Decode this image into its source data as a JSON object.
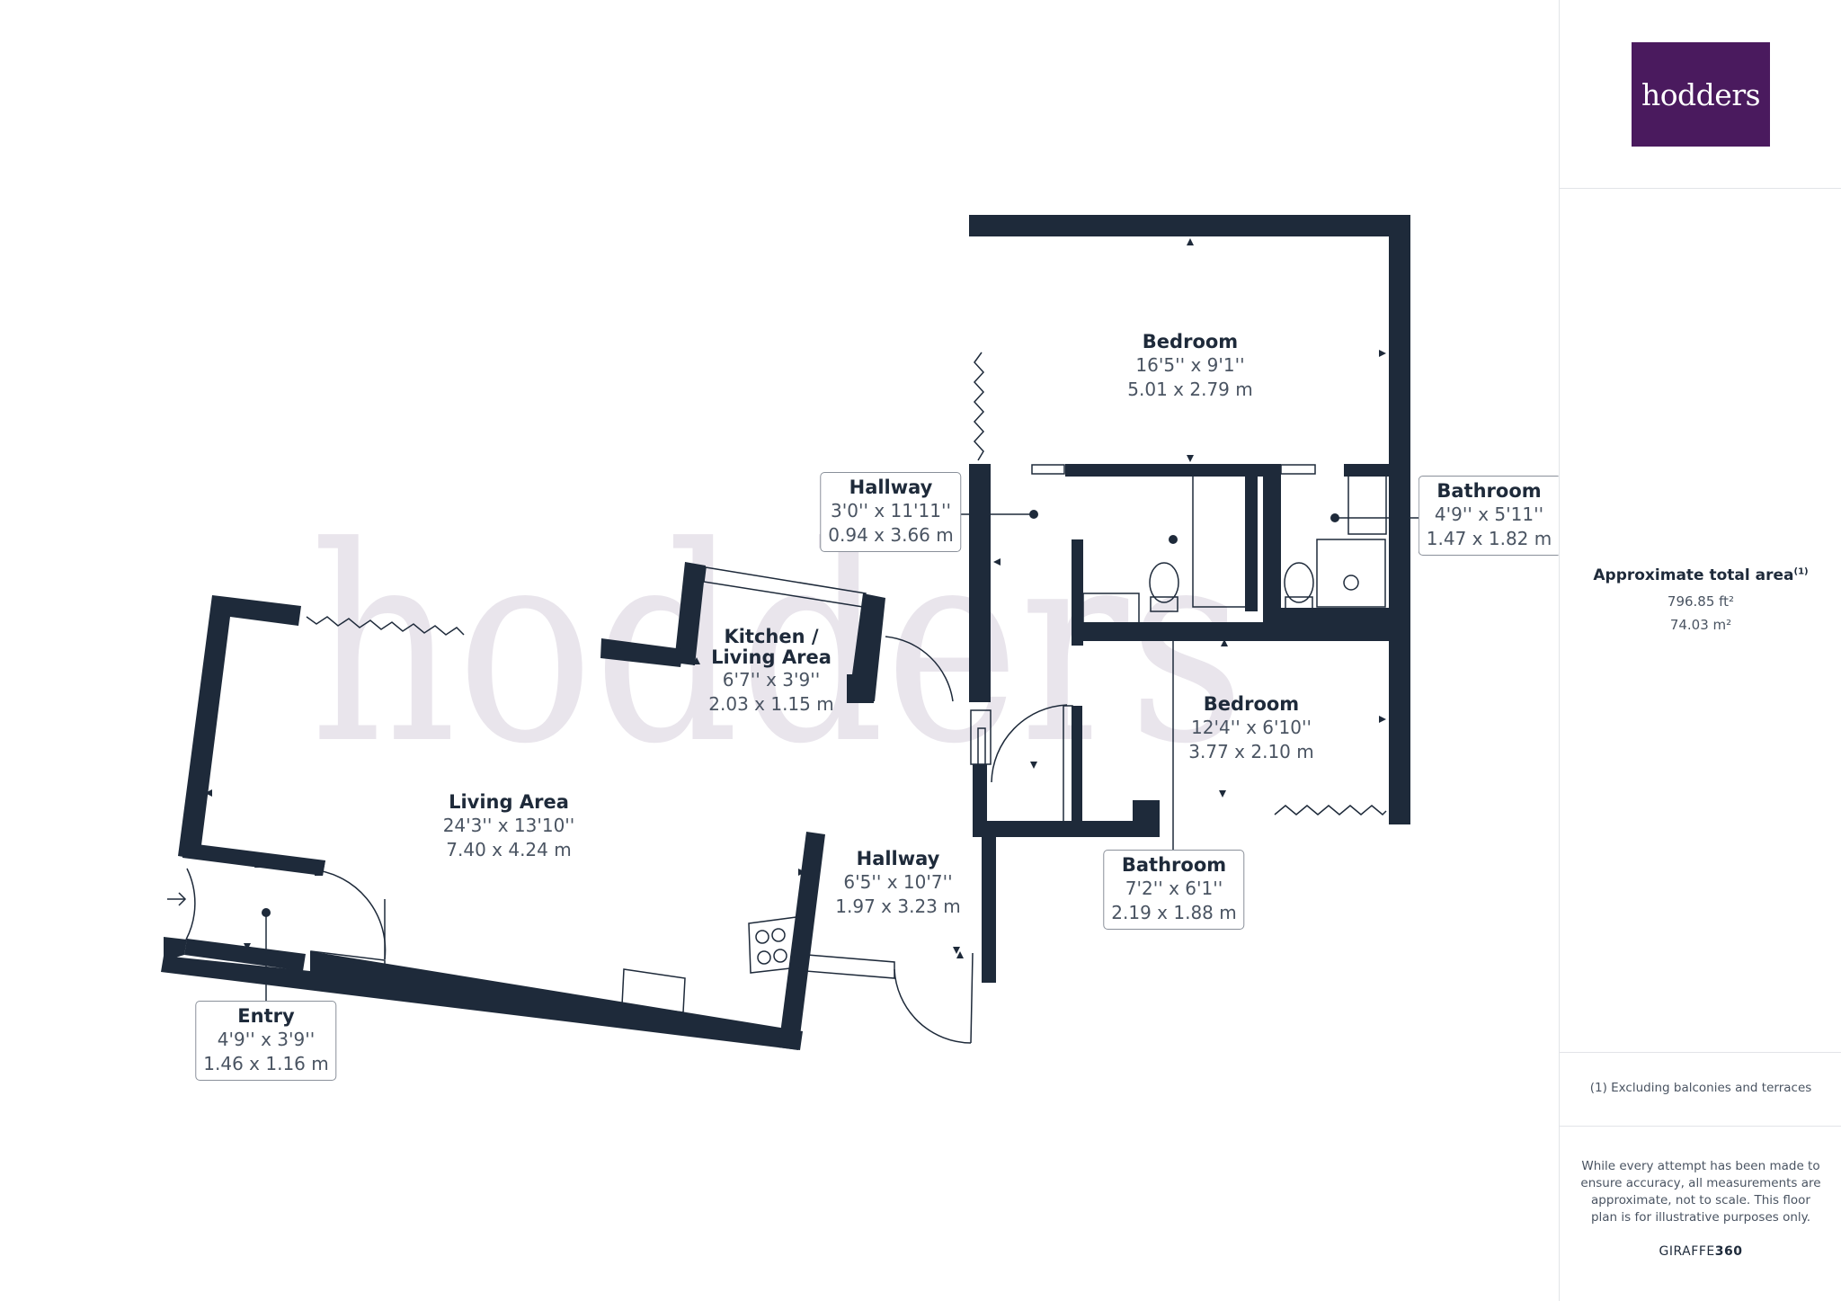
{
  "watermark": "hodders",
  "rooms": [
    {
      "id": "bedroom-1",
      "name": "Bedroom",
      "imperial": "16'5'' x 9'1''",
      "metric": "5.01 x 2.79 m"
    },
    {
      "id": "hallway-1",
      "name": "Hallway",
      "imperial": "3'0'' x 11'11''",
      "metric": "0.94 x 3.66 m"
    },
    {
      "id": "bathroom-1",
      "name": "Bathroom",
      "imperial": "4'9'' x 5'11''",
      "metric": "1.47 x 1.82 m"
    },
    {
      "id": "kitchen",
      "name": "Kitchen / Living Area",
      "imperial": "6'7'' x 3'9''",
      "metric": "2.03 x 1.15 m"
    },
    {
      "id": "bedroom-2",
      "name": "Bedroom",
      "imperial": "12'4'' x 6'10''",
      "metric": "3.77 x 2.10 m"
    },
    {
      "id": "living",
      "name": "Living Area",
      "imperial": "24'3'' x 13'10''",
      "metric": "7.40 x 4.24 m"
    },
    {
      "id": "hallway-2",
      "name": "Hallway",
      "imperial": "6'5'' x 10'7''",
      "metric": "1.97 x 3.23 m"
    },
    {
      "id": "bathroom-2",
      "name": "Bathroom",
      "imperial": "7'2'' x 6'1''",
      "metric": "2.19 x 1.88 m"
    },
    {
      "id": "entry",
      "name": "Entry",
      "imperial": "4'9'' x 3'9''",
      "metric": "1.46 x 1.16 m"
    }
  ],
  "sidebar": {
    "logo_text": "hodders",
    "area_title": "Approximate total area",
    "area_note_marker": "(1)",
    "area_ft": "796.85 ft²",
    "area_m": "74.03 m²",
    "footnote": "(1) Excluding balconies and terraces",
    "disclaimer": "While every attempt has been made to ensure accuracy, all measurements are approximate, not to scale. This floor plan is for illustrative purposes only.",
    "brand_prefix": "GIRAFFE",
    "brand_suffix": "360"
  },
  "colors": {
    "wall": "#1e2a3a",
    "logo_bg": "#4a1a5e",
    "watermark": "#e9e5ec",
    "text": "#1e2a3a",
    "muted": "#4a5462"
  }
}
